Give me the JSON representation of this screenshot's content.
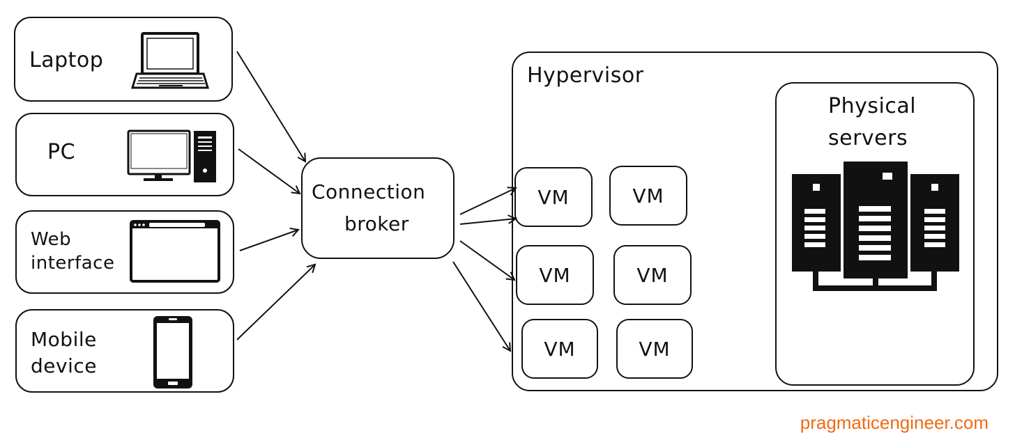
{
  "devices": [
    {
      "label": "Laptop",
      "icon": "laptop-icon"
    },
    {
      "label": "PC",
      "icon": "desktop-pc-icon"
    },
    {
      "label_line1": "Web",
      "label_line2": "interface",
      "icon": "browser-window-icon"
    },
    {
      "label_line1": "Mobile",
      "label_line2": "device",
      "icon": "mobile-phone-icon"
    }
  ],
  "broker": {
    "line1": "Connection",
    "line2": "broker"
  },
  "hypervisor": {
    "title": "Hypervisor"
  },
  "vms": [
    "VM",
    "VM",
    "VM",
    "VM",
    "VM",
    "VM"
  ],
  "physical": {
    "line1": "Physical",
    "line2": "servers",
    "icon": "server-rack-icon"
  },
  "credit": "pragmaticengineer.com",
  "colors": {
    "stroke": "#111111",
    "credit": "#f06a15",
    "background": "#ffffff"
  }
}
